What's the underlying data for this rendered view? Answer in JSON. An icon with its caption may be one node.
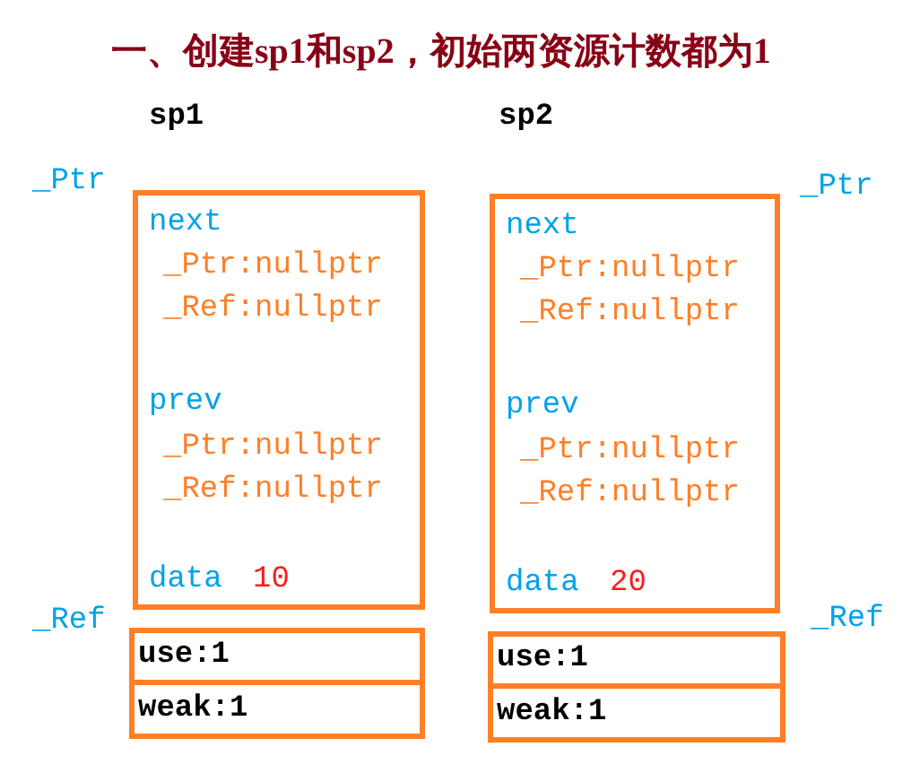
{
  "diagram": {
    "title": "一、创建sp1和sp2，初始两资源计数都为1",
    "nodes": [
      {
        "text": [
          "next",
          "_Ptr:nullptr",
          "_Ref:nullptr",
          "prev",
          "_Ptr:nullptr",
          "_Ref:nullptr",
          "data",
          "10"
        ],
        "beside": [
          "sp1"
        ]
      },
      {
        "text": [
          "next",
          "_Ptr:nullptr",
          "_Ref:nullptr",
          "prev",
          "_Ptr:nullptr",
          "_Ref:nullptr",
          "data",
          "20"
        ],
        "beside": [
          "sp2"
        ]
      },
      {
        "text": [
          "use:1"
        ]
      },
      {
        "text": [
          "use:1"
        ]
      },
      {
        "text": [
          "weak:1"
        ]
      },
      {
        "text": [
          "weak:1"
        ]
      }
    ],
    "labels": [
      "_Ptr",
      "_Ptr",
      "_Ref",
      "_Ref"
    ]
  }
}
